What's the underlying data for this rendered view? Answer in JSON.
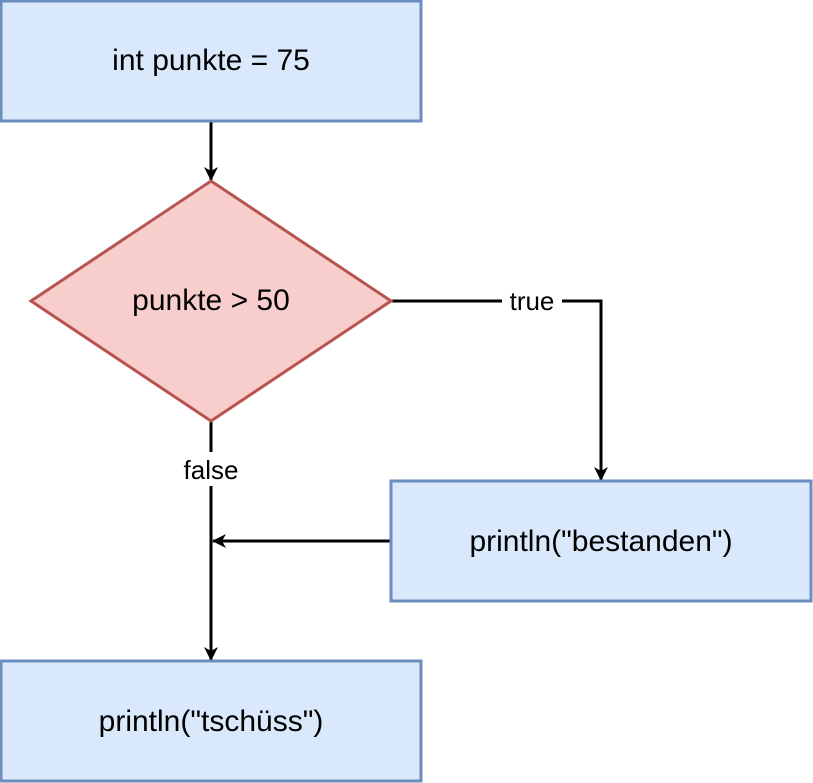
{
  "colors": {
    "process_fill": "#dae8fc",
    "process_stroke": "#6c8ebf",
    "decision_fill": "#f8cecc",
    "decision_stroke": "#b85450",
    "edge_stroke": "#000000",
    "background": "#ffffff"
  },
  "nodes": {
    "init": {
      "label": "int punkte = 75"
    },
    "decision": {
      "label": "punkte > 50"
    },
    "bestanden": {
      "label": "println(\"bestanden\")"
    },
    "tschuess": {
      "label": "println(\"tschüss\")"
    }
  },
  "edges": {
    "true_label": "true",
    "false_label": "false"
  }
}
